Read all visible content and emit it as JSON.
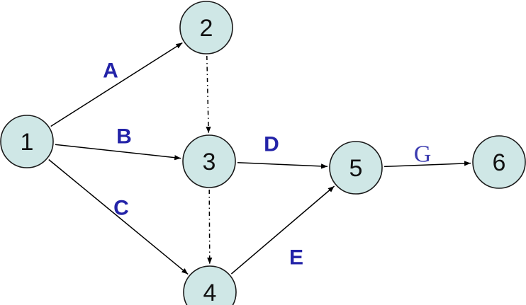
{
  "colors": {
    "node_fill": "#cfe7e6",
    "node_stroke": "#1a1a1a",
    "edge": "#000000",
    "label_blue": "#2323a8",
    "label_blue_light": "#3b3bb0"
  },
  "nodes": [
    {
      "id": "1",
      "label": "1"
    },
    {
      "id": "2",
      "label": "2"
    },
    {
      "id": "3",
      "label": "3"
    },
    {
      "id": "4",
      "label": "4"
    },
    {
      "id": "5",
      "label": "5"
    },
    {
      "id": "6",
      "label": "6"
    }
  ],
  "edges": [
    {
      "from": "1",
      "to": "2",
      "label": "A",
      "style": "solid"
    },
    {
      "from": "1",
      "to": "3",
      "label": "B",
      "style": "solid"
    },
    {
      "from": "1",
      "to": "4",
      "label": "C",
      "style": "solid"
    },
    {
      "from": "3",
      "to": "5",
      "label": "D",
      "style": "solid"
    },
    {
      "from": "4",
      "to": "5",
      "label": "E",
      "style": "solid"
    },
    {
      "from": "5",
      "to": "6",
      "label": "G",
      "style": "solid"
    },
    {
      "from": "2",
      "to": "3",
      "label": "",
      "style": "dashed"
    },
    {
      "from": "3",
      "to": "4",
      "label": "",
      "style": "dashed"
    }
  ]
}
